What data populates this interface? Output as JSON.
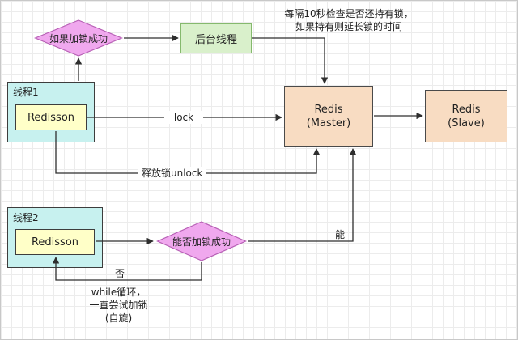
{
  "nodes": {
    "diamond_lock_success": {
      "label": "如果加锁成功"
    },
    "background_thread": {
      "label": "后台线程"
    },
    "thread1": {
      "title": "线程1",
      "inner": "Redisson"
    },
    "thread2": {
      "title": "线程2",
      "inner": "Redisson"
    },
    "redis_master": {
      "line1": "Redis",
      "line2": "(Master)"
    },
    "redis_slave": {
      "line1": "Redis",
      "line2": "(Slave)"
    },
    "diamond_can_lock": {
      "label": "能否加锁成功"
    }
  },
  "edges": {
    "lock": "lock",
    "unlock": "释放锁unlock",
    "yes": "能",
    "no": "否"
  },
  "notes": {
    "watchdog": {
      "line1": "每隔10秒检查是否还持有锁，",
      "line2": "如果持有则延长锁的时间"
    },
    "spin": {
      "line1": "while循环，",
      "line2": "一直尝试加锁",
      "line3": "(自旋)"
    }
  },
  "colors": {
    "diamond_fill": "#f0a8ee",
    "diamond_border": "#b75fb5",
    "green_fill": "#d9f0cb",
    "green_border": "#85b96d",
    "cyan_fill": "#c7f1ef",
    "yellow_fill": "#ffffc8",
    "peach_fill": "#f8dcc2",
    "node_border": "#3d3d3d",
    "arrow": "#2e2e2e"
  }
}
